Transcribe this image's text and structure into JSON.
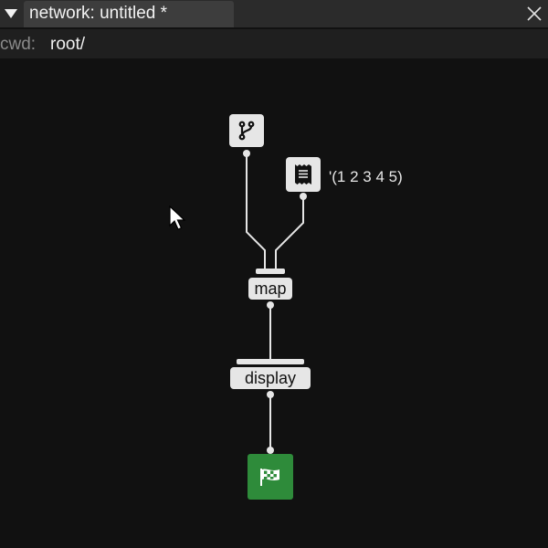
{
  "window": {
    "tab_title": "network: untitled *"
  },
  "cwd": {
    "label": "cwd:",
    "value": "root/"
  },
  "network": {
    "nodes": {
      "branch": {
        "icon": "git-branch-icon"
      },
      "list": {
        "icon": "receipt-icon",
        "value": "'(1 2 3 4 5)"
      },
      "map": {
        "label": "map"
      },
      "display": {
        "label": "display"
      },
      "output": {
        "icon": "checkered-flag-icon"
      }
    }
  },
  "colors": {
    "background": "#111111",
    "titlebar": "#2b2b2b",
    "tab": "#3d3d3d",
    "node": "#e6e6e6",
    "wire": "#e6e6e6",
    "output_node": "#2e8b3a"
  }
}
